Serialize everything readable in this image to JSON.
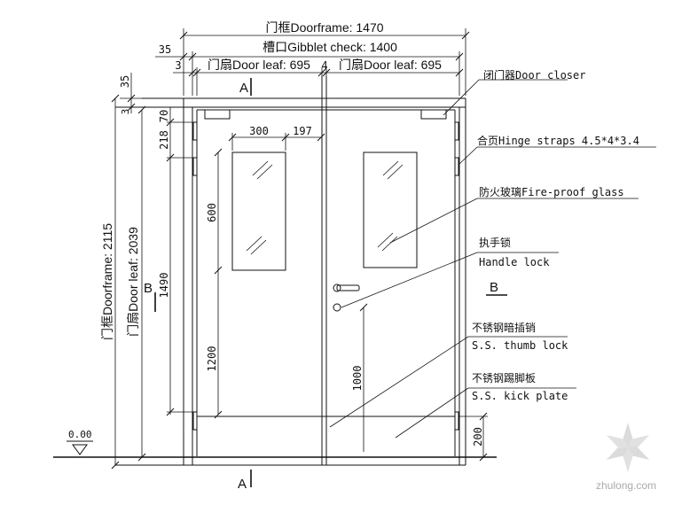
{
  "dimensions": {
    "doorframe_width": "门框Doorframe: 1470",
    "gibblet_check": "槽口Gibblet check: 1400",
    "leaf_left": "门扇Door leaf: 695",
    "leaf_right": "门扇Door leaf: 695",
    "gap_35_top": "35",
    "gap_3": "3",
    "gap_4": "4",
    "top_35": "35",
    "v_70": "70",
    "v_218": "218",
    "v_300": "300",
    "v_197": "197",
    "v_600": "600",
    "v_1490": "1490",
    "v_1200": "1200",
    "v_1000": "1000",
    "v_200": "200",
    "doorframe_height": "门框Doorframe: 2115",
    "leaf_height": "门扇Door leaf: 2039",
    "v_3": "3"
  },
  "sections": {
    "a_top": "A",
    "a_bottom": "A",
    "b_left": "B",
    "b_right": "B"
  },
  "level": "0.00",
  "callouts": {
    "door_closer": "闭门器Door closer",
    "hinge": "合页Hinge straps 4.5*4*3.4",
    "glass": "防火玻璃Fire-proof glass",
    "handle_cn": "执手锁",
    "handle_en": "Handle lock",
    "thumb_cn": "不锈钢暗插销",
    "thumb_en": "S.S. thumb lock",
    "kick_cn": "不锈钢踢脚板",
    "kick_en": "S.S. kick plate"
  },
  "watermark": "zhulong.com"
}
